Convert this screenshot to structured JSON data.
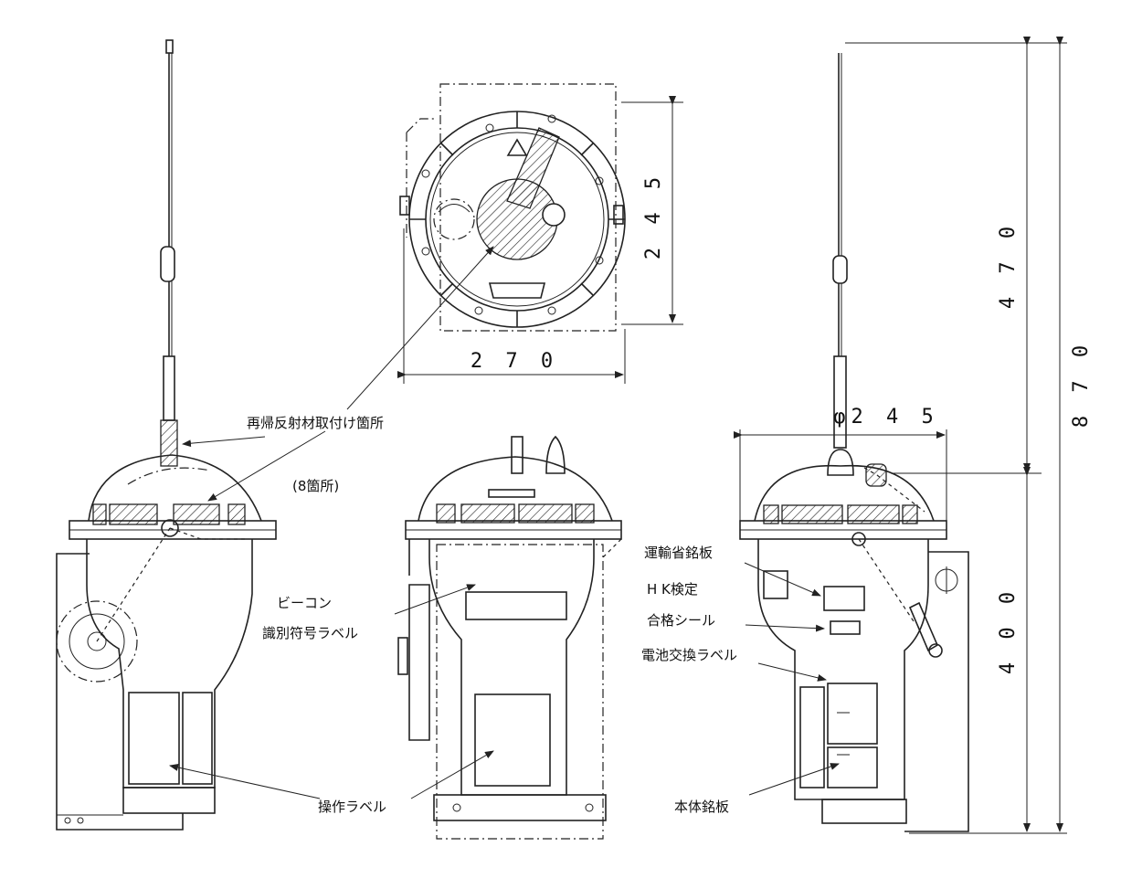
{
  "labels": {
    "retroreflector": "再帰反射材取付け箇所",
    "retroreflector_count": "(8箇所)",
    "beacon_line1": "ビーコン",
    "beacon_line2": "識別符号ラベル",
    "operation": "操作ラベル",
    "mot_plate": "運輸省銘板",
    "hk_line1": "H K検定",
    "hk_line2": "合格シール",
    "battery": "電池交換ラベル",
    "body_plate": "本体銘板"
  },
  "dimensions": {
    "top_height": "2 4 5",
    "top_width": "2 7 0",
    "diameter": "φ2 4 5",
    "antenna": "4 7 0",
    "overall": "8 7 0",
    "body": "4 0 0"
  }
}
